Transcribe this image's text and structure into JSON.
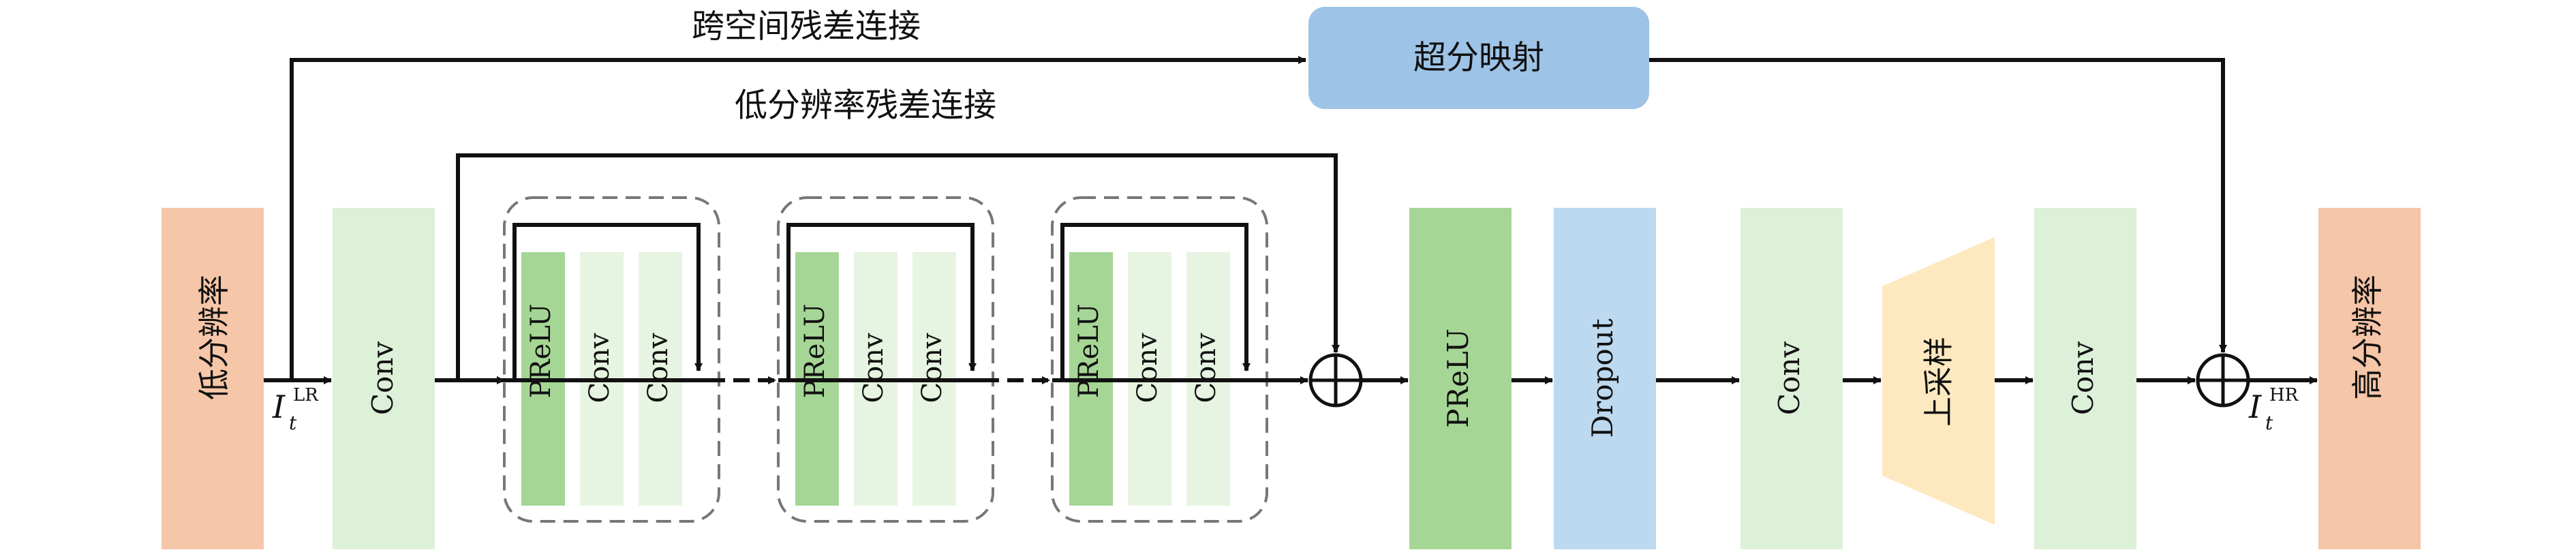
{
  "colors": {
    "lr_hr_block": "#f6c6a8",
    "conv_block": "#ddf0d8",
    "conv_block_light": "#e6f4e1",
    "prelu_block": "#a6d695",
    "dropout_block": "#bcd9f0",
    "upsample_block": "#fde8c0",
    "mapping_block": "#9dc4e6",
    "line": "#111111",
    "dashed_group": "#777777"
  },
  "labels": {
    "input": "低分辨率",
    "output": "高分辨率",
    "conv": "Conv",
    "prelu": "PReLU",
    "dropout": "Dropout",
    "upsample": "上采样",
    "sr_mapping": "超分映射",
    "cross_space_residual": "跨空间残差连接",
    "lr_residual": "低分辨率残差连接",
    "input_sym_main": "I",
    "input_sym_sub": "t",
    "input_sym_sup": "LR",
    "output_sym_main": "I",
    "output_sym_sub": "t",
    "output_sym_sup": "HR"
  },
  "residual_groups": [
    {
      "layers": [
        "PReLU",
        "Conv",
        "Conv"
      ]
    },
    {
      "layers": [
        "PReLU",
        "Conv",
        "Conv"
      ]
    },
    {
      "layers": [
        "PReLU",
        "Conv",
        "Conv"
      ]
    }
  ]
}
